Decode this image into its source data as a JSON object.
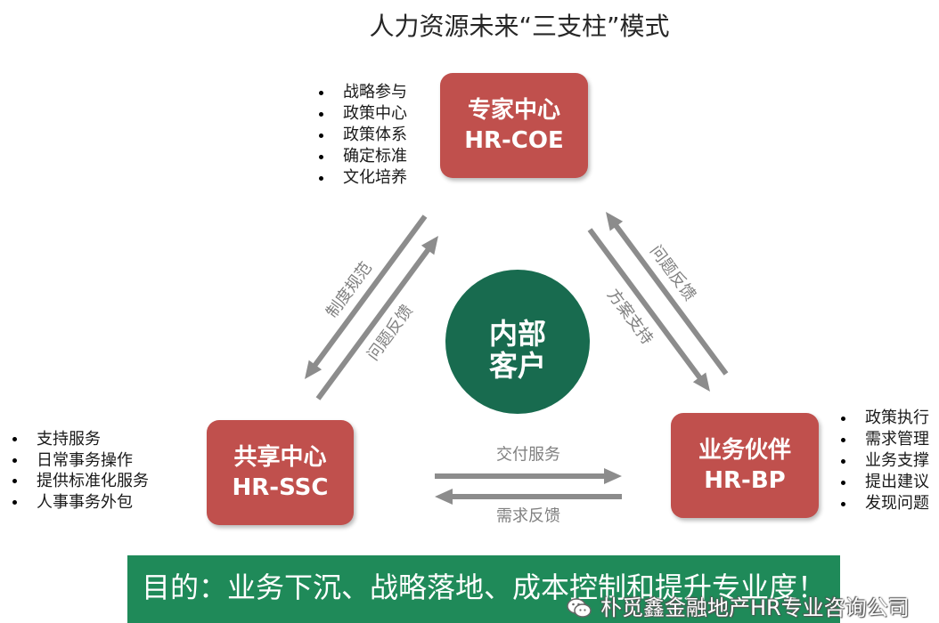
{
  "title": "人力资源未来“三支柱”模式",
  "pillars": {
    "coe": {
      "name": "专家中心",
      "code": "HR-COE",
      "items": [
        "战略参与",
        "政策中心",
        "政策体系",
        "确定标准",
        "文化培养"
      ]
    },
    "ssc": {
      "name": "共享中心",
      "code": "HR-SSC",
      "items": [
        "支持服务",
        "日常事务操作",
        "提供标准化服务",
        "人事事务外包"
      ]
    },
    "bp": {
      "name": "业务伙伴",
      "code": "HR-BP",
      "items": [
        "政策执行",
        "需求管理",
        "业务支撑",
        "提出建议",
        "发现问题"
      ]
    }
  },
  "center": {
    "line1": "内部",
    "line2": "客户"
  },
  "flows": {
    "coe_to_ssc": "制度规范",
    "ssc_to_coe": "问题反馈",
    "bp_to_coe": "问题反馈",
    "coe_to_bp": "方案支持",
    "ssc_to_bp": "交付服务",
    "bp_to_ssc": "需求反馈"
  },
  "banner": "目的：业务下沉、战略落地、成本控制和提升专业度！",
  "watermark": {
    "icon": "wechat-icon",
    "text": "朴觅鑫金融地产HR专业咨询公司"
  },
  "colors": {
    "box": "#c0504d",
    "center": "#186b4f",
    "banner": "#1f8a59",
    "arrow": "#8c8c8c",
    "label": "#808080"
  }
}
